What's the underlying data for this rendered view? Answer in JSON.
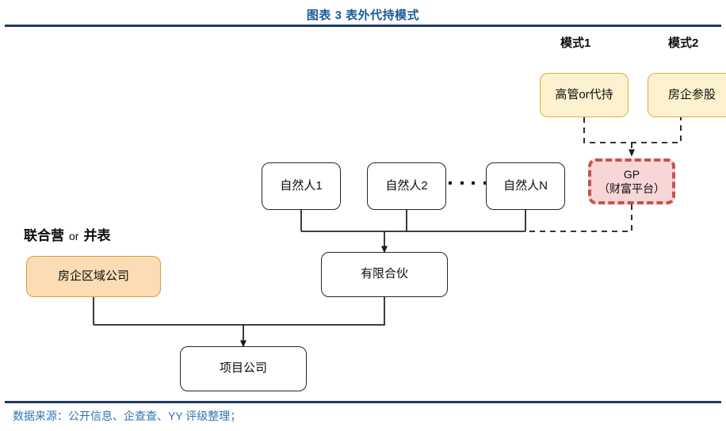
{
  "header": {
    "title": "图表 3 表外代持模式"
  },
  "footer": {
    "source": "数据来源：公开信息、企查查、YY 评级整理；"
  },
  "captions": {
    "mode1": "模式1",
    "mode2": "模式2",
    "left_bold_1": "联合营",
    "left_or": "or",
    "left_bold_2": "并表"
  },
  "nodes": {
    "exec_proxy": "高管or代持",
    "developer_stake": "房企参股",
    "gp_line1": "GP",
    "gp_line2": "（财富平台）",
    "person1": "自然人1",
    "person2": "自然人2",
    "personN": "自然人N",
    "limited_partnership": "有限合伙",
    "developer_regional": "房企区域公司",
    "project_company": "项目公司"
  },
  "colors": {
    "title_blue": "#1d5a9c",
    "rule_navy": "#1f3864",
    "source_blue": "#2e75b6",
    "cream_fill": "#fdf2cf",
    "cream_border": "#d9b23c",
    "orange_fill": "#fbdcb4",
    "orange_border": "#d99f3c",
    "pink_fill": "#f9d6d6",
    "pink_border": "#c25450",
    "line_black": "#262626"
  }
}
